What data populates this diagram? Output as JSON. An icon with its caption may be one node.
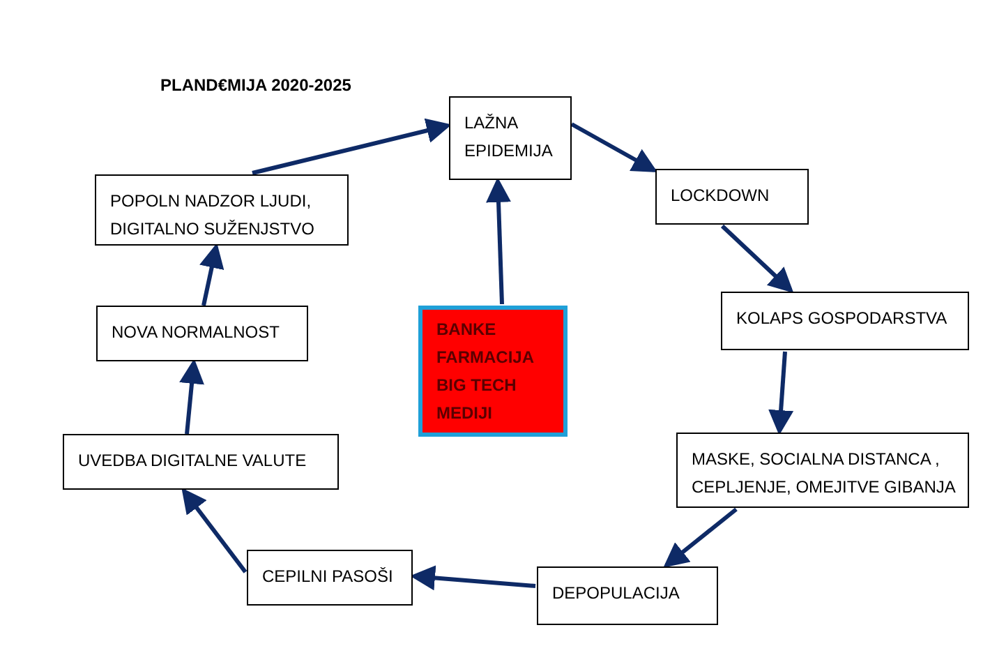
{
  "diagram": {
    "title": "PLAND€MIJA 2020-2025",
    "nodes": [
      {
        "text": [
          "LAŽNA EPIDEMIJA"
        ]
      },
      {
        "text": [
          "LOCKDOWN"
        ]
      },
      {
        "text": [
          "KOLAPS GOSPODARSTVA"
        ]
      },
      {
        "text": [
          "MASKE, SOCIALNA DISTANCA , CEPLJENJE, OMEJITVE GIBANJA"
        ]
      },
      {
        "text": [
          "DEPOPULACIJA"
        ]
      },
      {
        "text": [
          "CEPILNI PASOŠI"
        ]
      },
      {
        "text": [
          "UVEDBA DIGITALNE VALUTE"
        ]
      },
      {
        "text": [
          "NOVA NORMALNOST"
        ]
      },
      {
        "text": [
          "POPOLN NADZOR LJUDI, DIGITALNO SUŽENJSTVO"
        ]
      },
      {
        "text": [
          "BANKE",
          "FARMACIJA",
          "BIG TECH",
          "MEDIJI"
        ]
      }
    ],
    "edges": [
      {
        "from": 0,
        "to": 1,
        "arrow": "to"
      },
      {
        "from": 1,
        "to": 2,
        "arrow": "to"
      },
      {
        "from": 2,
        "to": 3,
        "arrow": "to"
      },
      {
        "from": 3,
        "to": 4,
        "arrow": "to"
      },
      {
        "from": 4,
        "to": 5,
        "arrow": "to"
      },
      {
        "from": 5,
        "to": 6,
        "arrow": "to"
      },
      {
        "from": 6,
        "to": 7,
        "arrow": "to"
      },
      {
        "from": 7,
        "to": 8,
        "arrow": "to"
      },
      {
        "from": 8,
        "to": 0,
        "arrow": "to"
      },
      {
        "from": 9,
        "to": 0,
        "arrow": "to"
      }
    ]
  }
}
